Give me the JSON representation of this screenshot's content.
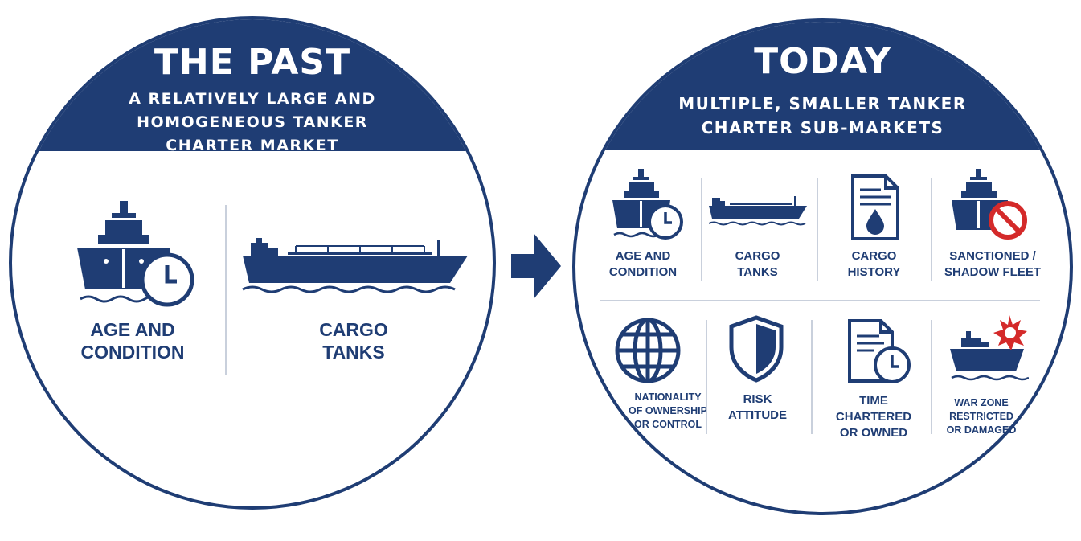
{
  "past": {
    "title": "THE PAST",
    "subtitle_lines": [
      "A RELATIVELY LARGE AND",
      "HOMOGENEOUS TANKER",
      "CHARTER MARKET"
    ],
    "items": [
      {
        "icon": "ship-clock-icon",
        "lines": [
          "AGE AND",
          "CONDITION"
        ]
      },
      {
        "icon": "tanker-ship-icon",
        "lines": [
          "CARGO",
          "TANKS"
        ]
      }
    ]
  },
  "today": {
    "title": "TODAY",
    "subtitle_lines": [
      "MULTIPLE, SMALLER TANKER",
      "CHARTER SUB-MARKETS"
    ],
    "items": [
      {
        "icon": "ship-clock-icon",
        "lines": [
          "AGE AND",
          "CONDITION"
        ]
      },
      {
        "icon": "tanker-ship-icon",
        "lines": [
          "CARGO",
          "TANKS"
        ]
      },
      {
        "icon": "document-oil-drop-icon",
        "lines": [
          "CARGO",
          "HISTORY"
        ]
      },
      {
        "icon": "ship-prohibited-icon",
        "lines": [
          "SANCTIONED /",
          "SHADOW FLEET"
        ]
      },
      {
        "icon": "globe-icon",
        "lines": [
          "NATIONALITY",
          "OF OWNERSHIP",
          "OR CONTROL"
        ]
      },
      {
        "icon": "shield-icon",
        "lines": [
          "RISK",
          "ATTITUDE"
        ]
      },
      {
        "icon": "document-clock-icon",
        "lines": [
          "TIME CHARTERED",
          "OR OWNED"
        ]
      },
      {
        "icon": "ship-explosion-icon",
        "lines": [
          "WAR ZONE",
          "RESTRICTED",
          "OR DAMAGED"
        ]
      }
    ]
  },
  "colors": {
    "navy": "#1f3d74",
    "alert_red": "#d42a2a",
    "divider": "#c9d0dc"
  }
}
